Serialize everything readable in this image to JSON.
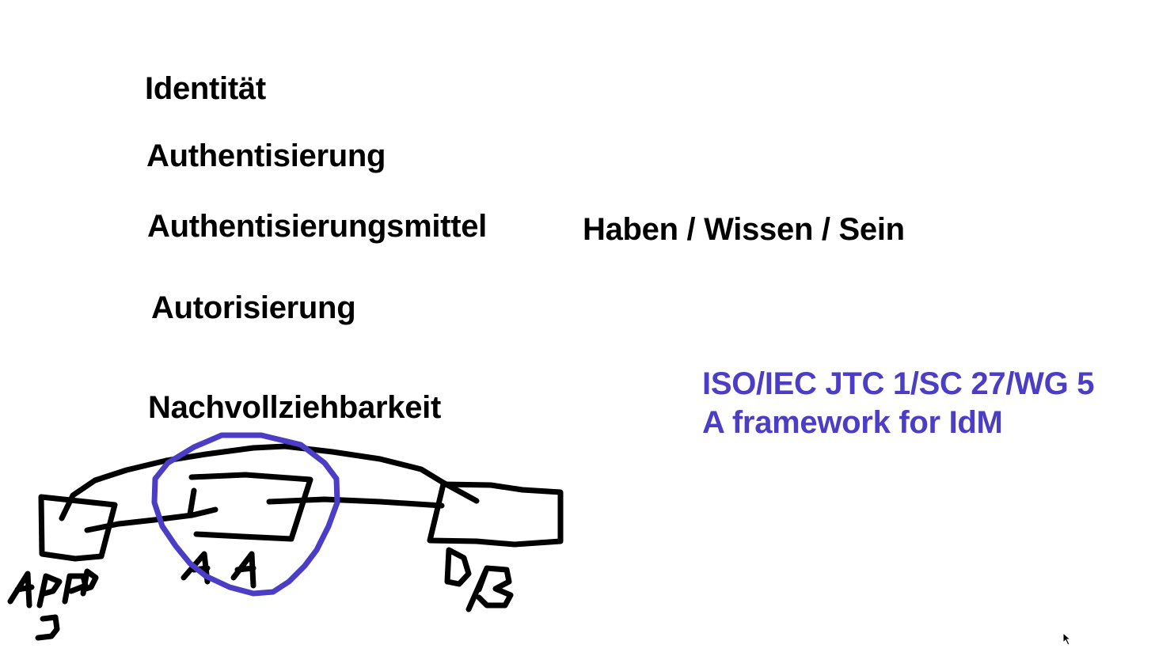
{
  "terms": {
    "identitaet": "Identität",
    "authentisierung": "Authentisierung",
    "authentisierungsmittel": "Authentisierungsmittel",
    "autorisierung": "Autorisierung",
    "nachvollziehbarkeit": "Nachvollziehbarkeit",
    "factors": "Haben / Wissen / Sein"
  },
  "reference": {
    "line1": "ISO/IEC JTC 1/SC 27/WG 5",
    "line2": "A framework for IdM"
  },
  "sketch": {
    "labels": [
      "APP S",
      "AA",
      "DB"
    ]
  },
  "colors": {
    "text": "#000000",
    "accent": "#4b3dc5",
    "ink": "#000000"
  }
}
